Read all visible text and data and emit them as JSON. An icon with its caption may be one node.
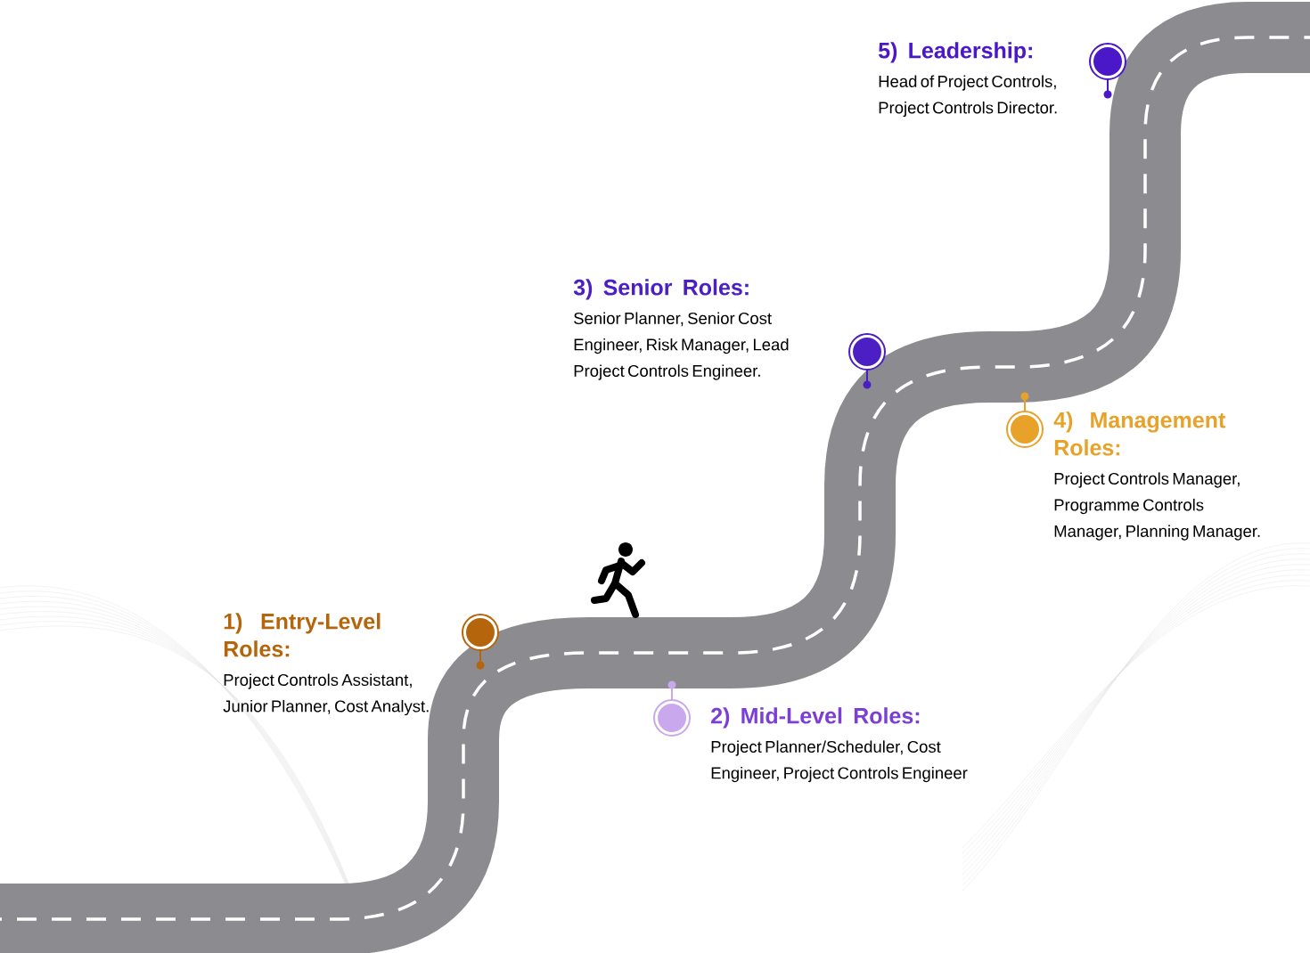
{
  "diagram": {
    "nodes": [
      {
        "text": [
          "1) Entry-Level Roles:",
          "Project Controls Assistant, Junior Planner, Cost Analyst."
        ]
      },
      {
        "text": [
          "2) Mid-Level Roles:",
          "Project Planner/Scheduler, Cost Engineer, Project Controls Engineer"
        ]
      },
      {
        "text": [
          "3) Senior Roles:",
          "Senior Planner, Senior Cost Engineer, Risk Manager, Lead Project Controls Engineer."
        ]
      },
      {
        "text": [
          "4) Management Roles:",
          "Project Controls Manager, Programme Controls Manager, Planning Manager."
        ]
      },
      {
        "text": [
          "5) Leadership:",
          "Head of Project Controls, Project Controls Director."
        ]
      }
    ]
  }
}
